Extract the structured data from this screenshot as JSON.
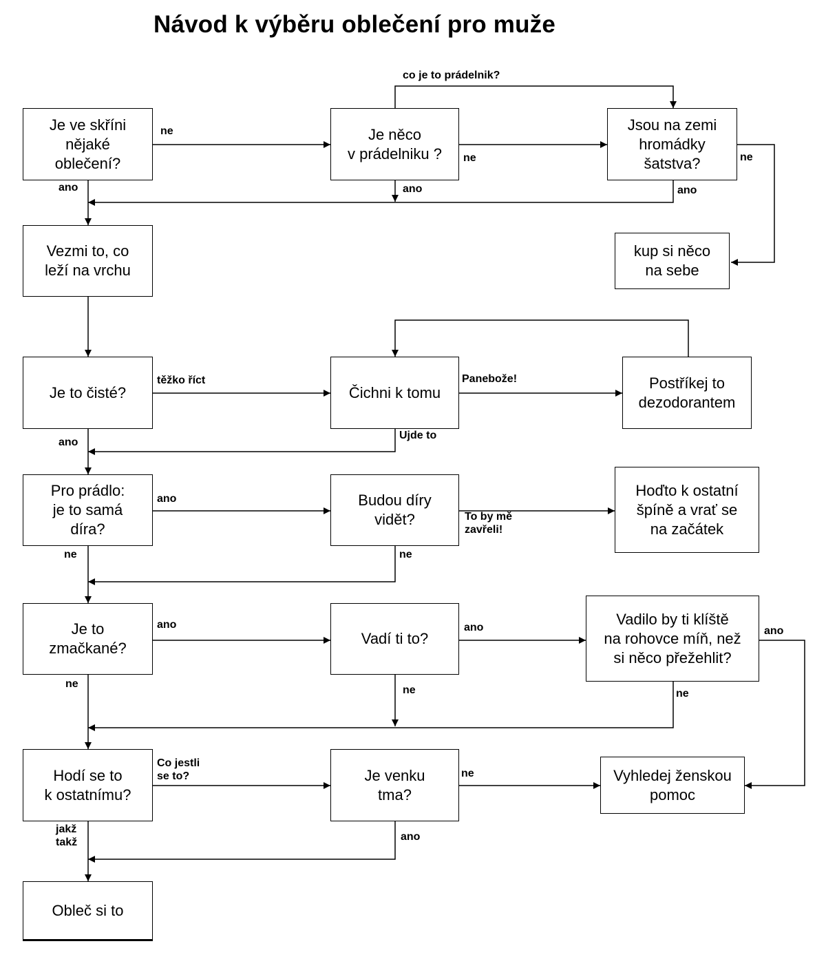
{
  "title": "Návod k výběru oblečení pro muže",
  "nodes": {
    "skrin": "Je ve skříni\nnějaké\noblečení?",
    "pradelnik": "Je něco\nv prádelniku ?",
    "zem": "Jsou na zemi\nhromádky\nšatstva?",
    "kup": "kup si něco\nna sebe",
    "vezmi": "Vezmi to, co\nleží na vrchu",
    "ciste": "Je to čisté?",
    "cichni": "Čichni k tomu",
    "postrikej": "Postříkej to\ndezodorantem",
    "dira": "Pro prádlo:\nje to samá\ndíra?",
    "diry_videt": "Budou díry\nvidět?",
    "hod": "Hoďto k ostatní\nšpíně a vrať se\nna začátek",
    "zmackane": "Je to\nzmačkané?",
    "vadi": "Vadí ti to?",
    "kliste": "Vadilo by ti klíště\nna rohovce míň, než\nsi něco přežehlit?",
    "hodi_se": "Hodí se to\nk ostatnímu?",
    "tma": "Je venku\ntma?",
    "zena": "Vyhledej ženskou\npomoc",
    "oblec": "Obleč si to"
  },
  "labels": {
    "co_je_pradelnik": "co je to prádelnik?",
    "skrin_ne": "ne",
    "skrin_ano": "ano",
    "pradelnik_ne": "ne",
    "pradelnik_ano": "ano",
    "zem_ne": "ne",
    "zem_ano": "ano",
    "tezko_rict": "těžko říct",
    "panebooze": "Panebože!",
    "ujde_to": "Ujde to",
    "ciste_ano": "ano",
    "dira_ano": "ano",
    "to_by_me": "To by mě\nzavřeli!",
    "dira_ne": "ne",
    "diry_ne": "ne",
    "zmackane_ano": "ano",
    "vadi_ano": "ano",
    "kliste_ano": "ano",
    "zmackane_ne": "ne",
    "vadi_ne": "ne",
    "kliste_ne": "ne",
    "co_jestli": "Co jestli\nse to?",
    "tma_ne": "ne",
    "jakz_takz": "jakž\ntakž",
    "tma_ano": "ano"
  },
  "colors": {
    "line": "#000000",
    "box_border": "#000000",
    "background": "#ffffff"
  }
}
